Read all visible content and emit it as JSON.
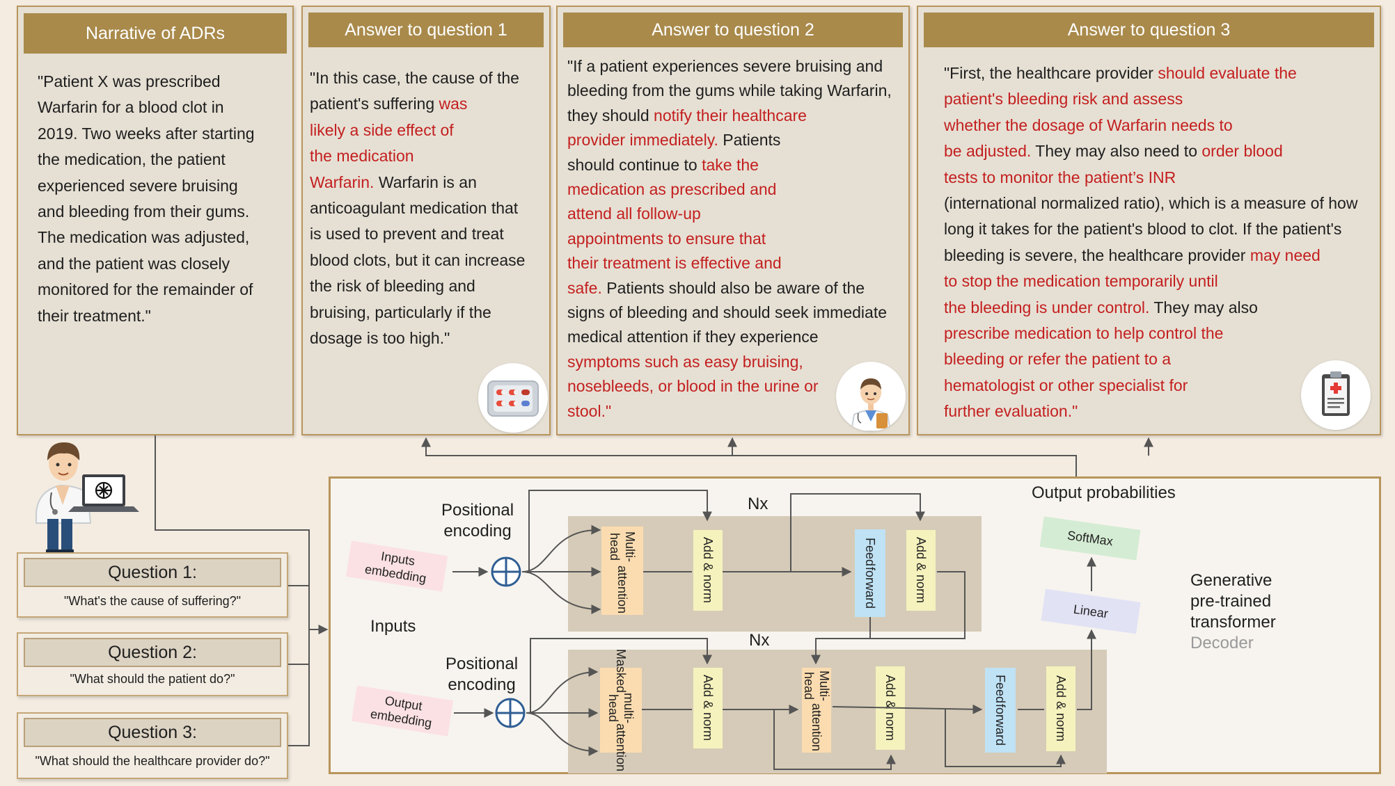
{
  "colors": {
    "header_gold": "#a98a4b",
    "panel_bg": "#e6e0d4",
    "highlight_red": "#c31f1f",
    "layer_bg": "#d6cbb8",
    "block_orange": "#fbdcb0",
    "block_yellow": "#f5f2bd",
    "block_blue": "#bfe2f5",
    "softmax_green": "#d4ecd3",
    "linear_lavender": "#e2e2f5"
  },
  "panels": {
    "narrative": {
      "title": "Narrative of ADRs",
      "lines": [
        "\"Patient X was prescribed",
        "Warfarin for a blood clot in",
        "2019. Two weeks after starting",
        "the medication, the patient",
        "experienced severe bruising",
        "and bleeding from their gums.",
        "The medication was adjusted,",
        "and the patient was closely",
        "monitored for the remainder of",
        "their treatment.\""
      ]
    },
    "answer1": {
      "title": "Answer to question 1",
      "icon": "pills-icon",
      "lines": [
        [
          {
            "t": "\"In this case, the cause of the",
            "h": false
          }
        ],
        [
          {
            "t": "patient's suffering ",
            "h": false
          },
          {
            "t": "was",
            "h": true
          }
        ],
        [
          {
            "t": "likely a side effect of",
            "h": true
          }
        ],
        [
          {
            "t": "the medication",
            "h": true
          }
        ],
        [
          {
            "t": "Warfarin.",
            "h": true
          },
          {
            "t": " Warfarin is an",
            "h": false
          }
        ],
        [
          {
            "t": "anticoagulant medication that",
            "h": false
          }
        ],
        [
          {
            "t": "is used to prevent and treat",
            "h": false
          }
        ],
        [
          {
            "t": "blood clots, but it can increase",
            "h": false
          }
        ],
        [
          {
            "t": "the risk of bleeding and",
            "h": false
          }
        ],
        [
          {
            "t": "bruising, particularly if the",
            "h": false
          }
        ],
        [
          {
            "t": "dosage is too high.\"",
            "h": false
          }
        ]
      ]
    },
    "answer2": {
      "title": "Answer to question 2",
      "icon": "doctor-icon",
      "lines": [
        [
          {
            "t": "\"If a patient experiences severe bruising and",
            "h": false
          }
        ],
        [
          {
            "t": "bleeding from the gums while taking Warfarin,",
            "h": false
          }
        ],
        [
          {
            "t": "they should ",
            "h": false
          },
          {
            "t": "notify their healthcare",
            "h": true
          }
        ],
        [
          {
            "t": "provider immediately.",
            "h": true
          },
          {
            "t": " Patients",
            "h": false
          }
        ],
        [
          {
            "t": "should continue to ",
            "h": false
          },
          {
            "t": "take the",
            "h": true
          }
        ],
        [
          {
            "t": "medication as prescribed and",
            "h": true
          }
        ],
        [
          {
            "t": "attend all follow-up",
            "h": true
          }
        ],
        [
          {
            "t": "appointments to ensure that",
            "h": true
          }
        ],
        [
          {
            "t": "their treatment is effective and",
            "h": true
          }
        ],
        [
          {
            "t": "safe.",
            "h": true
          },
          {
            "t": " Patients should also be aware of the",
            "h": false
          }
        ],
        [
          {
            "t": "signs of bleeding and should seek immediate",
            "h": false
          }
        ],
        [
          {
            "t": "medical attention if they experience",
            "h": false
          }
        ],
        [
          {
            "t": "symptoms such as easy bruising,",
            "h": true
          }
        ],
        [
          {
            "t": "nosebleeds, or blood in the urine or",
            "h": true
          }
        ],
        [
          {
            "t": "stool.\"",
            "h": true
          }
        ]
      ]
    },
    "answer3": {
      "title": "Answer to question 3",
      "icon": "clipboard-icon",
      "lines": [
        [
          {
            "t": "\"First, the healthcare provider ",
            "h": false
          },
          {
            "t": "should evaluate the",
            "h": true
          }
        ],
        [
          {
            "t": "patient's bleeding risk and assess",
            "h": true
          }
        ],
        [
          {
            "t": "whether the dosage of Warfarin needs to",
            "h": true
          }
        ],
        [
          {
            "t": "be adjusted.",
            "h": true
          },
          {
            "t": " They may also need to ",
            "h": false
          },
          {
            "t": "order blood",
            "h": true
          }
        ],
        [
          {
            "t": "tests to monitor the patient’s INR",
            "h": true
          }
        ],
        [
          {
            "t": "(international normalized ratio), which is a measure of how",
            "h": false
          }
        ],
        [
          {
            "t": "long it takes for the patient's blood to clot. If the patient's",
            "h": false
          }
        ],
        [
          {
            "t": "bleeding is severe, the healthcare provider ",
            "h": false
          },
          {
            "t": "may need",
            "h": true
          }
        ],
        [
          {
            "t": "to stop the medication temporarily until",
            "h": true
          }
        ],
        [
          {
            "t": "the bleeding is under control.",
            "h": true
          },
          {
            "t": " They may also",
            "h": false
          }
        ],
        [
          {
            "t": "prescribe medication to help control the",
            "h": true
          }
        ],
        [
          {
            "t": "bleeding or refer the patient to a",
            "h": true
          }
        ],
        [
          {
            "t": "hematologist or other specialist for",
            "h": true
          }
        ],
        [
          {
            "t": "further evaluation.\"",
            "h": true
          }
        ]
      ]
    }
  },
  "questions": [
    {
      "title": "Question 1:",
      "text": "\"What's the cause of suffering?\""
    },
    {
      "title": "Question 2:",
      "text": "\"What should the patient do?\""
    },
    {
      "title": "Question 3:",
      "text": "\"What should the healthcare provider do?\""
    }
  ],
  "transformer": {
    "output_probabilities": "Output probabilities",
    "softmax": "SoftMax",
    "linear": "Linear",
    "name_lines": [
      "Generative",
      "pre-trained",
      "transformer"
    ],
    "name_sub": "Decoder",
    "positional_encoding": [
      "Positional",
      "encoding"
    ],
    "inputs": "Inputs",
    "nx": "Nx",
    "inputs_embedding": [
      "Inputs",
      "embedding"
    ],
    "output_embedding": [
      "Output",
      "embedding"
    ],
    "upper_layer": {
      "attention": [
        "Multi-head",
        "attention"
      ],
      "add_norm": "Add & norm",
      "feed_forward": [
        "Feed",
        "forward"
      ]
    },
    "lower_layer": {
      "masked_attention": [
        "Masked",
        "multi-head",
        "attention"
      ],
      "attention": [
        "Multi-head",
        "attention"
      ],
      "add_norm": "Add & norm",
      "feed_forward": [
        "Feed",
        "forward"
      ]
    }
  }
}
